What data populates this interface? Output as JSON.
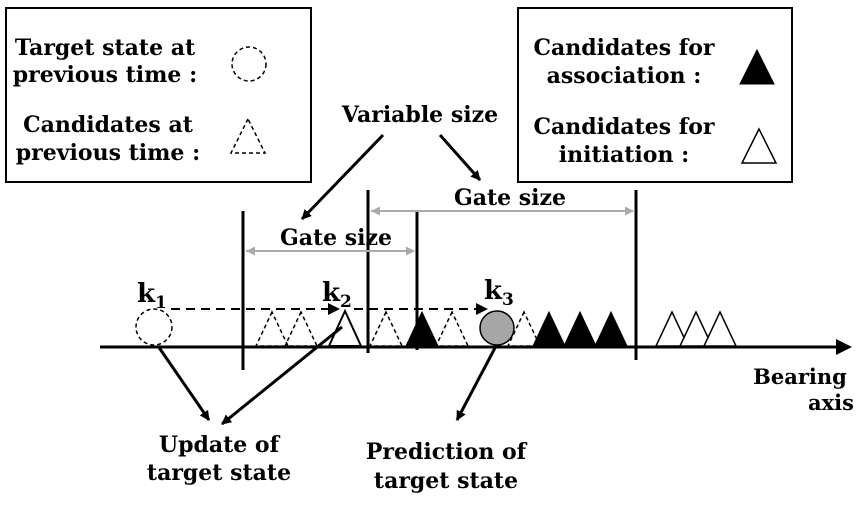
{
  "legend_left": {
    "target_state_line1": "Target state at",
    "target_state_line2": "previous time :",
    "candidates_line1": "Candidates at",
    "candidates_line2": "previous time :"
  },
  "legend_right": {
    "association_line1": "Candidates for",
    "association_line2": "association :",
    "initiation_line1": "Candidates for",
    "initiation_line2": "initiation :"
  },
  "annotations": {
    "variable_size": "Variable size",
    "gate_size_left": "Gate size",
    "gate_size_right": "Gate size",
    "update_line1": "Update of",
    "update_line2": "target state",
    "prediction_line1": "Prediction of",
    "prediction_line2": "target state",
    "axis_line1": "Bearing",
    "axis_line2": "axis"
  },
  "time_labels": {
    "k1_base": "k",
    "k1_sub": "1",
    "k2_base": "k",
    "k2_sub": "2",
    "k3_base": "k",
    "k3_sub": "3"
  },
  "colors": {
    "ink": "#000000",
    "gate_arrow": "#aaaaaa",
    "prediction_fill": "#a6a6a6"
  }
}
